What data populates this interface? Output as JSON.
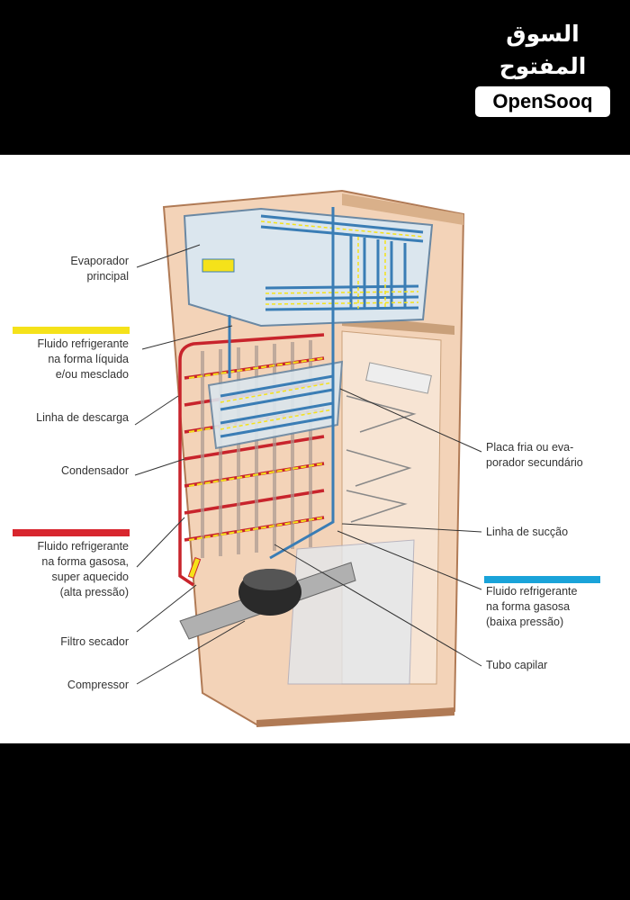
{
  "logo": {
    "arabic": "السوق المفتوح",
    "latin": "OpenSooq"
  },
  "diagram": {
    "left_labels": {
      "evaporador": [
        "Evaporador",
        "principal"
      ],
      "liquid_fluid": [
        "Fluido refrigerante",
        "na forma líquida",
        "e/ou mesclado"
      ],
      "descarga": "Linha de descarga",
      "condensador": "Condensador",
      "gas_hot_fluid": [
        "Fluido refrigerante",
        "na forma gasosa,",
        "super aquecido",
        "(alta pressão)"
      ],
      "filtro": "Filtro secador",
      "compressor": "Compressor"
    },
    "right_labels": {
      "placa": [
        "Placa fria ou eva-",
        "porador secundário"
      ],
      "succao": "Linha de sucção",
      "gas_cold_fluid": [
        "Fluido refrigerante",
        "na forma gasosa",
        "(baixa pressão)"
      ],
      "capilar": "Tubo capilar"
    },
    "legend_colors": {
      "liquid": "#f5e21a",
      "gas_hot": "#d8262e",
      "gas_cold": "#1aa3d9"
    }
  }
}
